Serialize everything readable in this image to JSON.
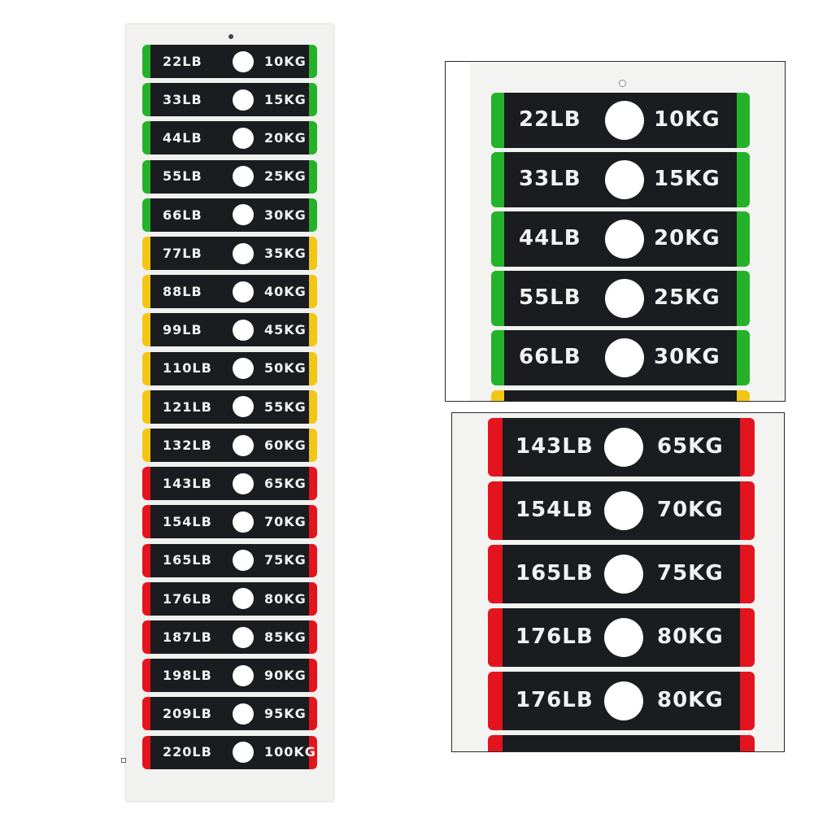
{
  "colors": {
    "green": "#24b22a",
    "yellow": "#f2c713",
    "red": "#e3141e",
    "label_black": "#1b1c20",
    "text": "#f2f2f2"
  },
  "main_strip": [
    {
      "lb": "22LB",
      "kg": "10KG",
      "color": "green"
    },
    {
      "lb": "33LB",
      "kg": "15KG",
      "color": "green"
    },
    {
      "lb": "44LB",
      "kg": "20KG",
      "color": "green"
    },
    {
      "lb": "55LB",
      "kg": "25KG",
      "color": "green"
    },
    {
      "lb": "66LB",
      "kg": "30KG",
      "color": "green"
    },
    {
      "lb": "77LB",
      "kg": "35KG",
      "color": "yellow"
    },
    {
      "lb": "88LB",
      "kg": "40KG",
      "color": "yellow"
    },
    {
      "lb": "99LB",
      "kg": "45KG",
      "color": "yellow"
    },
    {
      "lb": "110LB",
      "kg": "50KG",
      "color": "yellow"
    },
    {
      "lb": "121LB",
      "kg": "55KG",
      "color": "yellow"
    },
    {
      "lb": "132LB",
      "kg": "60KG",
      "color": "yellow"
    },
    {
      "lb": "143LB",
      "kg": "65KG",
      "color": "red"
    },
    {
      "lb": "154LB",
      "kg": "70KG",
      "color": "red"
    },
    {
      "lb": "165LB",
      "kg": "75KG",
      "color": "red"
    },
    {
      "lb": "176LB",
      "kg": "80KG",
      "color": "red"
    },
    {
      "lb": "187LB",
      "kg": "85KG",
      "color": "red"
    },
    {
      "lb": "198LB",
      "kg": "90KG",
      "color": "red"
    },
    {
      "lb": "209LB",
      "kg": "95KG",
      "color": "red"
    },
    {
      "lb": "220LB",
      "kg": "100KG",
      "color": "red"
    }
  ],
  "zoom_top": [
    {
      "lb": "22LB",
      "kg": "10KG",
      "color": "green"
    },
    {
      "lb": "33LB",
      "kg": "15KG",
      "color": "green"
    },
    {
      "lb": "44LB",
      "kg": "20KG",
      "color": "green"
    },
    {
      "lb": "55LB",
      "kg": "25KG",
      "color": "green"
    },
    {
      "lb": "66LB",
      "kg": "30KG",
      "color": "green"
    }
  ],
  "zoom_bottom": [
    {
      "lb": "143LB",
      "kg": "65KG",
      "color": "red"
    },
    {
      "lb": "154LB",
      "kg": "70KG",
      "color": "red"
    },
    {
      "lb": "165LB",
      "kg": "75KG",
      "color": "red"
    },
    {
      "lb": "176LB",
      "kg": "80KG",
      "color": "red"
    },
    {
      "lb": "176LB",
      "kg": "80KG",
      "color": "red"
    }
  ]
}
